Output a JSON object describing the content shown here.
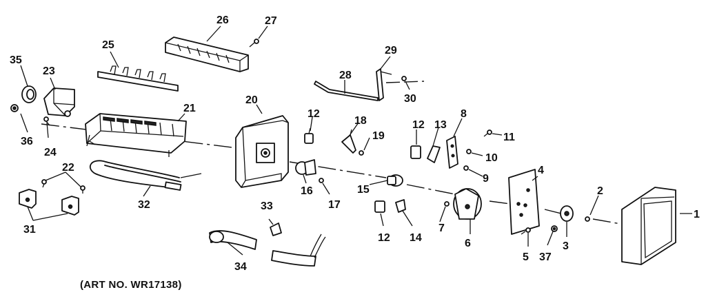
{
  "diagram": {
    "art_number": "(ART NO. WR17138)",
    "callouts": {
      "p1": "1",
      "p2": "2",
      "p3": "3",
      "p4": "4",
      "p5": "5",
      "p6": "6",
      "p7": "7",
      "p8": "8",
      "p9": "9",
      "p10": "10",
      "p11": "11",
      "p12a": "12",
      "p12b": "12",
      "p12c": "12",
      "p13": "13",
      "p14": "14",
      "p15": "15",
      "p16": "16",
      "p17": "17",
      "p18": "18",
      "p19": "19",
      "p20": "20",
      "p21": "21",
      "p22": "22",
      "p23": "23",
      "p24": "24",
      "p25": "25",
      "p26": "26",
      "p27": "27",
      "p28": "28",
      "p29": "29",
      "p30": "30",
      "p31": "31",
      "p32": "32",
      "p33": "33",
      "p34": "34",
      "p35": "35",
      "p36": "36",
      "p37": "37"
    }
  }
}
